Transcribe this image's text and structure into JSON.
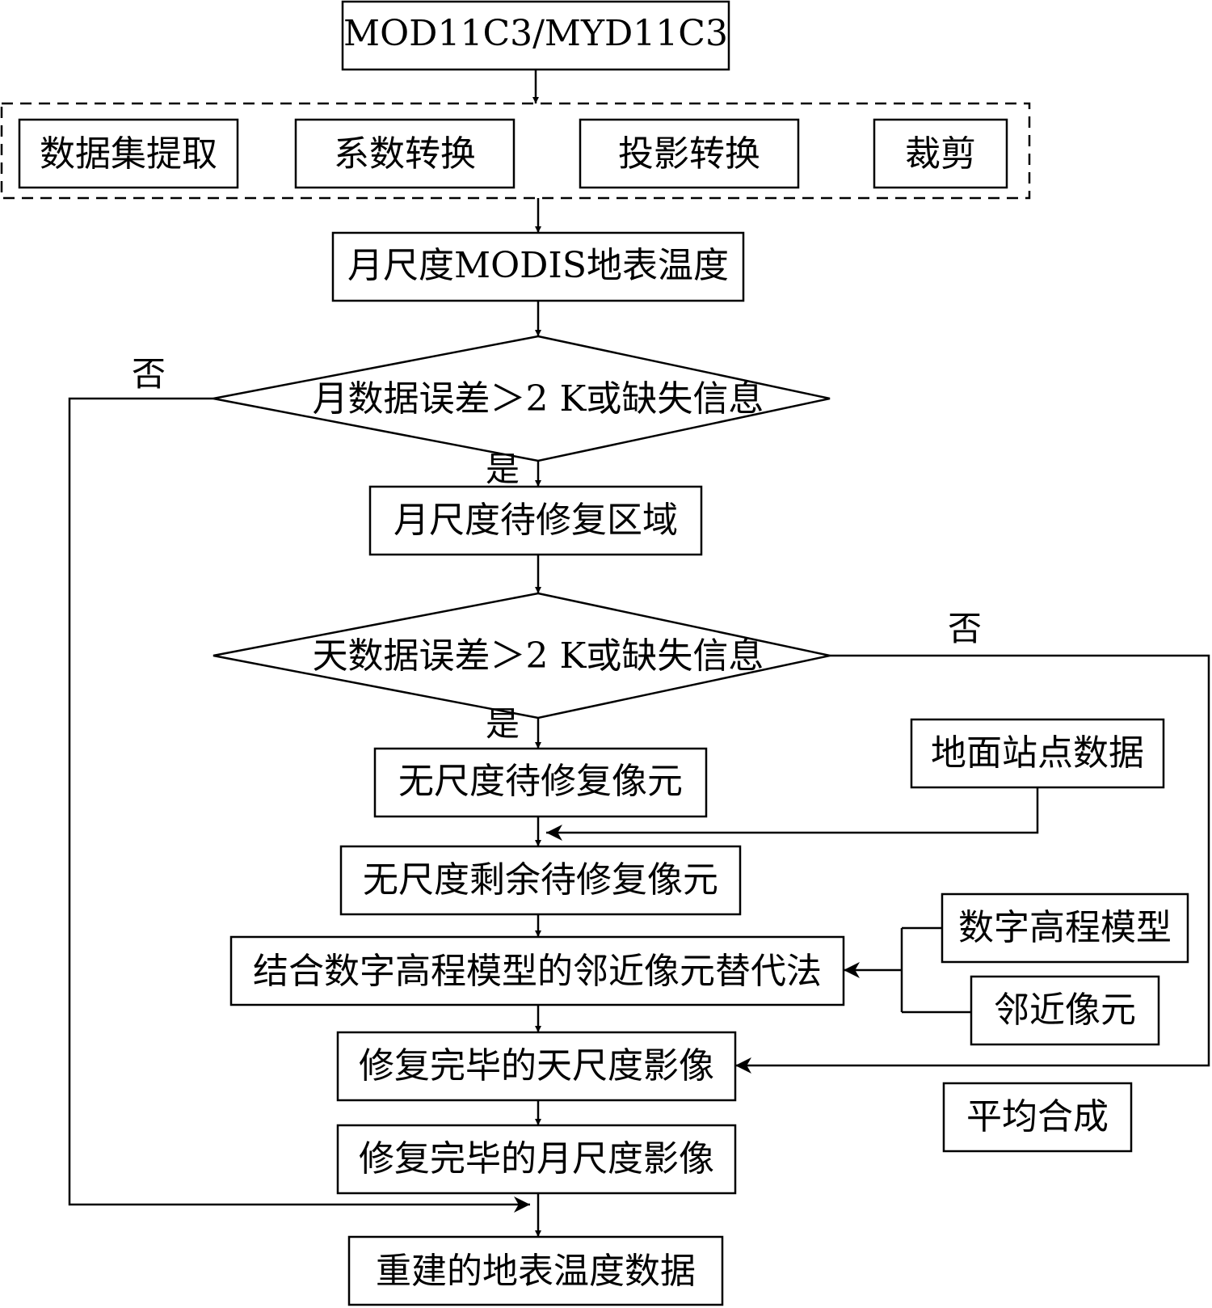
{
  "nodes": {
    "source": "MOD11C3/MYD11C3",
    "preprocess": [
      "数据集提取",
      "系数转换",
      "投影转换",
      "裁剪"
    ],
    "monthly_lst": "月尺度MODIS地表温度",
    "monthly_check": "月数据误差＞2 K或缺失信息",
    "monthly_repair_area": "月尺度待修复区域",
    "daily_check": "天数据误差＞2 K或缺失信息",
    "daily_repair_pixels": "无尺度待修复像元",
    "station_data": "地面站点数据",
    "remaining_pixels": "无尺度剩余待修复像元",
    "dem_method": "结合数字高程模型的邻近像元替代法",
    "dem": "数字高程模型",
    "neighbor_pixels": "邻近像元",
    "daily_done": "修复完毕的天尺度影像",
    "average_composite": "平均合成",
    "monthly_done": "修复完毕的月尺度影像",
    "final": "重建的地表温度数据"
  },
  "labels": {
    "yes": "是",
    "no": "否"
  }
}
